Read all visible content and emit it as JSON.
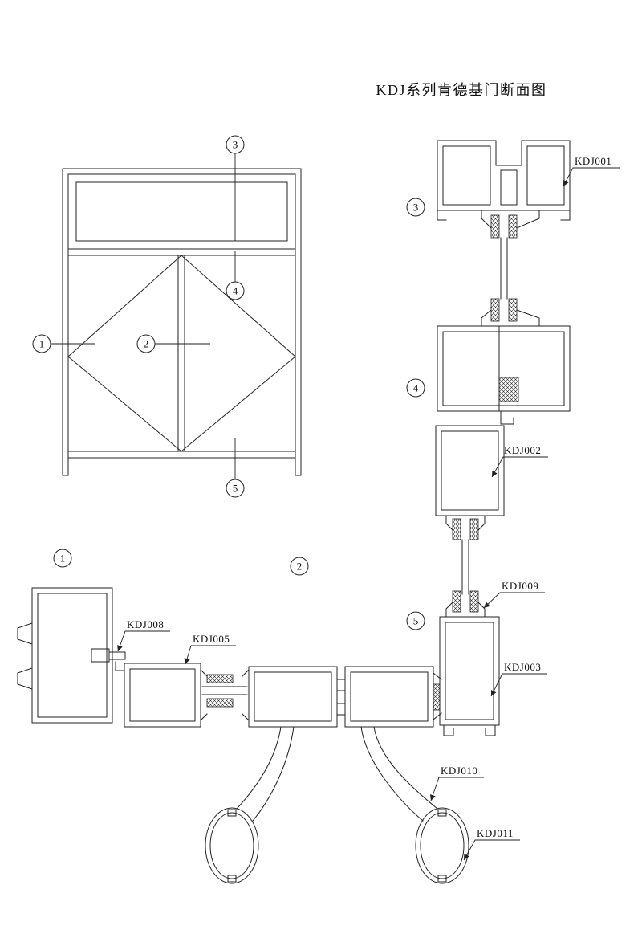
{
  "title": "KDJ系列肯德基门断面图",
  "colors": {
    "line": "#222222",
    "background": "#ffffff"
  },
  "callouts": {
    "c1": "1",
    "c2": "2",
    "c3": "3",
    "c4": "4",
    "c5": "5"
  },
  "parts": {
    "kdj001": "KDJ001",
    "kdj002": "KDJ002",
    "kdj003": "KDJ003",
    "kdj005": "KDJ005",
    "kdj008": "KDJ008",
    "kdj009": "KDJ009",
    "kdj010": "KDJ010",
    "kdj011": "KDJ011"
  }
}
